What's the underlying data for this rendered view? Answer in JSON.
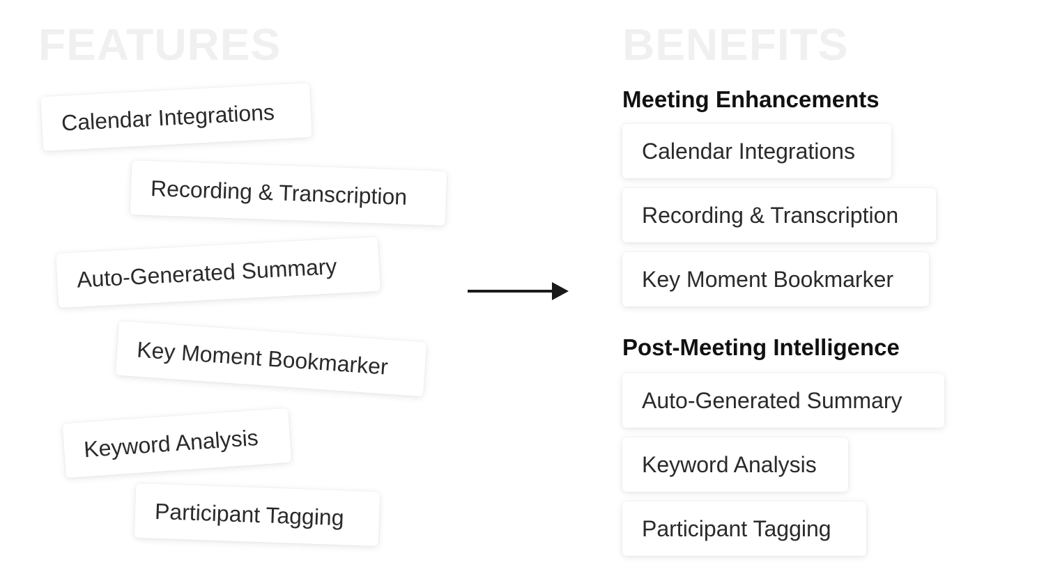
{
  "features": {
    "heading": "FEATURES",
    "items": [
      "Calendar Integrations",
      "Recording & Transcription",
      "Auto-Generated Summary",
      "Key Moment Bookmarker",
      "Keyword Analysis",
      "Participant Tagging"
    ]
  },
  "benefits": {
    "heading": "BENEFITS",
    "groups": [
      {
        "title": "Meeting Enhancements",
        "items": [
          "Calendar Integrations",
          "Recording & Transcription",
          "Key Moment Bookmarker"
        ]
      },
      {
        "title": "Post-Meeting Intelligence",
        "items": [
          "Auto-Generated Summary",
          "Keyword Analysis",
          "Participant Tagging"
        ]
      }
    ]
  },
  "colors": {
    "heading": "#f0f0f0",
    "text": "#2a2a2a",
    "group_title": "#111111",
    "arrow": "#1a1a1a"
  },
  "icons": {
    "connector": "arrow-right-icon"
  }
}
